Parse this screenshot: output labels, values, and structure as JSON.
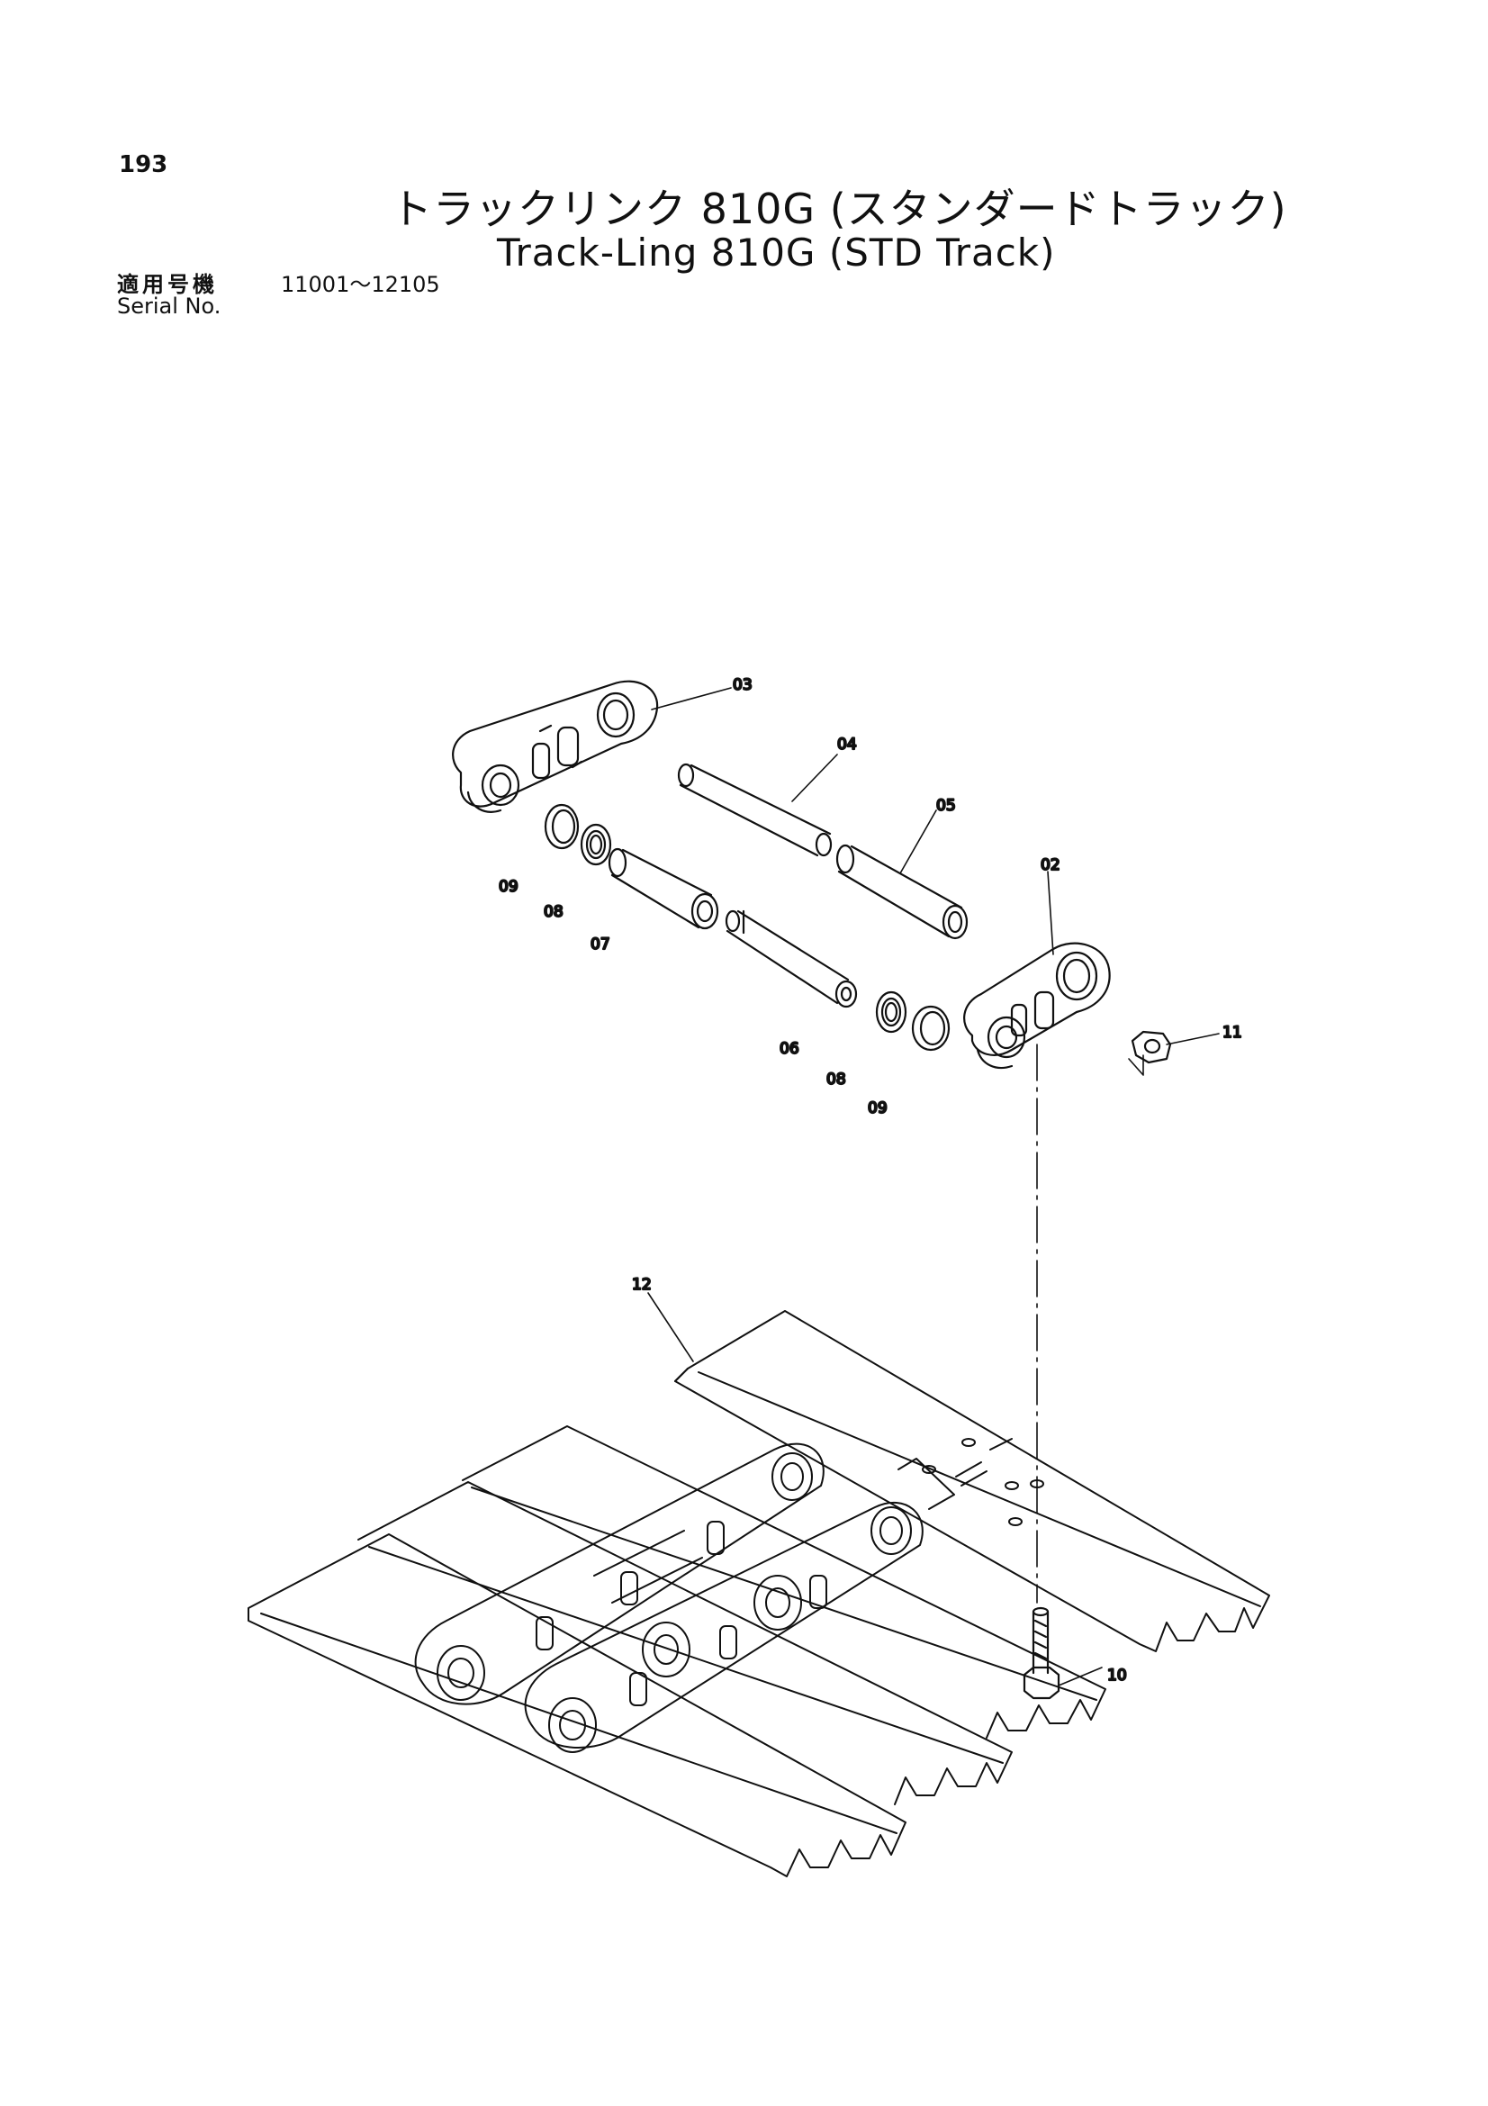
{
  "page_number": "193",
  "title_jp": "トラックリンク 810G (スタンダードトラック)",
  "title_en": "Track-Ling 810G (STD Track)",
  "serial_label_jp": "適用号機",
  "serial_range": "11001〜12105",
  "serial_label_en": "Serial No.",
  "callouts": {
    "c03": "03",
    "c04": "04",
    "c05": "05",
    "c02": "02",
    "c09a": "09",
    "c08a": "08",
    "c07": "07",
    "c06": "06",
    "c08b": "08",
    "c09b": "09",
    "c11": "11",
    "c12": "12",
    "c10": "10"
  }
}
